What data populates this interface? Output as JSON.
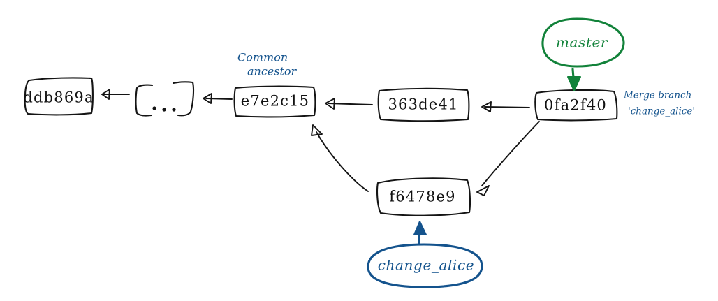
{
  "diagram": {
    "title": "git merge commit graph",
    "background_color": "#ffffff",
    "ink_color": "#141414",
    "branch_master_color": "#12823a",
    "branch_alice_color": "#14538d",
    "annotation_color": "#14538d"
  },
  "commits": [
    {
      "id": "ddb869a",
      "label": "ddb869a"
    },
    {
      "id": "ellipsis",
      "label": "[ ... ]"
    },
    {
      "id": "e7e2c15",
      "label": "e7e2c15"
    },
    {
      "id": "363de41",
      "label": "363de41"
    },
    {
      "id": "0fa2f40",
      "label": "0fa2f40"
    },
    {
      "id": "f6478e9",
      "label": "f6478e9"
    }
  ],
  "branches": [
    {
      "name": "master",
      "label": "master",
      "color": "#12823a"
    },
    {
      "name": "change_alice",
      "label": "change_alice",
      "color": "#14538d"
    }
  ],
  "annotations": {
    "common_ancestor": {
      "line1": "Common",
      "line2": "ancestor",
      "color": "#14538d"
    },
    "merge_message": {
      "line1": "Merge branch",
      "line2": "'change_alice'",
      "color": "#14538d"
    }
  }
}
